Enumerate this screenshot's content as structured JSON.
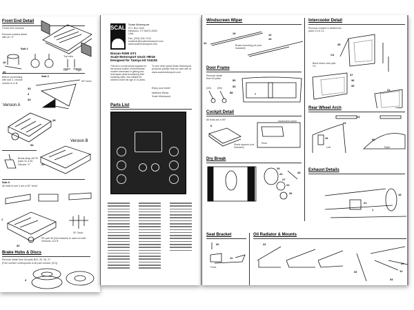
{
  "left_page": {
    "front_end": {
      "title": "Front End Detail",
      "note1": "2 front end versions",
      "note2": "Remove molded detail with an \"X\"",
      "sub1": "Sub 1",
      "top_view": "Top view",
      "left": "Left",
      "right": "Right"
    },
    "sub2": {
      "title": "Sub 2",
      "note": "Before proceeding with sub 2, choose version A or B.",
      "bend": "90° bend"
    },
    "version_a": "Version A",
    "version_b": "Version B",
    "break_note": "Break strap off PE parts 31 & 50. Discard \"X\"",
    "sub3": {
      "title": "Sub 3",
      "note": "All folds in sub 3 are a 90° bend",
      "omm": "SF Omm"
    },
    "pe_note": "PE part 30 (Nut retainer) is used on both Versions, A & B",
    "brake": {
      "title": "Brake Hubs & Discs",
      "note1": "Remove detail from kit parts B24, 25, 26, 27",
      "note2": "(Part number corresponds to kit part number (XX))"
    },
    "part_numbers": [
      "16",
      "20",
      "33",
      "3",
      "34",
      "28",
      "54",
      "31",
      "1",
      "32",
      "4"
    ]
  },
  "middle_page": {
    "logo": "SCALE",
    "company": "Scale Motorsport",
    "address": [
      "P.O. Box 1029",
      "Newtown, CT 06470-0029",
      "USA"
    ],
    "fax": "Fax: (203) 426-7139",
    "email": "scalemtr@scalemotorsport.com",
    "web": "www.scalemotorsport.com",
    "kit_title": [
      "Nissan R390 GT1",
      "Scale Motorsport stock #8016",
      "Designed for Tamiya kit #24192"
    ],
    "intro": "This kit is a multi-media upgrade for the serious builder of intermediate modeler interested in getting new techniques while broadening their modeling skills. Not suitable for children under the age of 14 years.",
    "promo": "To see other great Scale Motorsport products please visit our web site at www.scalemotorsport.com",
    "enjoy": "Enjoy your build!",
    "signature": [
      "Matthew Weiss",
      "Scale Motorsport"
    ],
    "parts_list_title": "Parts List"
  },
  "right_page": {
    "wiper": {
      "title": "Windscreen Wiper",
      "note": "Brass mounting pin (not included)",
      "nums": [
        "19",
        "41",
        "12",
        "10"
      ]
    },
    "door": {
      "title": "Door Frame",
      "note": "Remove detail from kit parts",
      "nums": [
        "50",
        "53",
        "58",
        "7"
      ],
      "a": "(A5)",
      "b": "(B5)"
    },
    "cockpit": {
      "title": "Cockpit Detail",
      "note": "All folds are a 90°",
      "panel": "Instrument panel",
      "sheet": "Sheet styrene (not included)",
      "rear": "Rear",
      "nums": [
        "6"
      ]
    },
    "intercooler": {
      "title": "Intercooler Detail",
      "note": "Remove molded in detail from parts C3 & C4",
      "bend": "Bend down onto part C4",
      "nums": [
        "45",
        "C4",
        "47",
        "36",
        "39",
        "21"
      ]
    },
    "rear_arch": {
      "title": "Rear Wheel Arch",
      "left": "Left",
      "right": "Right",
      "nums": [
        "13",
        "23",
        "16",
        "60"
      ]
    },
    "dry_break": {
      "title": "Dry Break",
      "nums": [
        "29",
        "24",
        "27",
        "22",
        "26",
        "43"
      ]
    },
    "exhaust": {
      "title": "Exhaust Details",
      "nums": [
        "18",
        "21",
        "1"
      ]
    },
    "seat": {
      "title": "Seat Bracket",
      "front": "Front",
      "nums": [
        "20",
        "11"
      ]
    },
    "oil": {
      "title": "Oil Radiator & Mounts",
      "nums": [
        "22",
        "23",
        "32",
        "34",
        "12"
      ]
    }
  }
}
